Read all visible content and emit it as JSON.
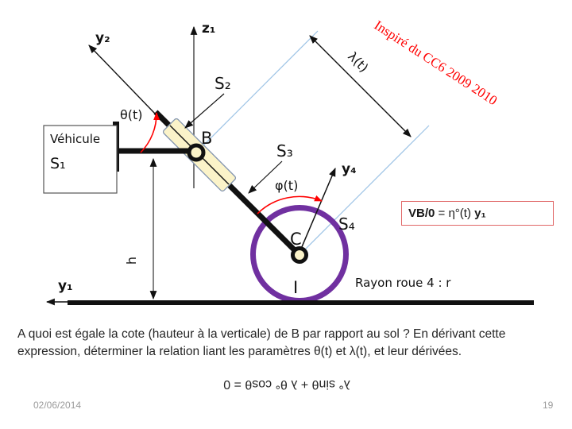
{
  "slide": {
    "credit": "Inspiré du CC6 2009 2010",
    "question_lines": [
      "A quoi est égale la cote (hauteur à la verticale) de B par rapport au sol ? En dérivant cette",
      "expression, déterminer la relation liant les paramètres θ(t) et λ(t), et leur dérivées."
    ],
    "formula_rotated_180": "λ° sinθ + λ θ° cosθ = 0",
    "footer": {
      "date": "02/06/2014",
      "page": "19"
    }
  },
  "diagram": {
    "axes": {
      "y2": "y₂",
      "z1": "z₁",
      "y4": "y₄",
      "y1": "y₁"
    },
    "bodies": {
      "vehicle": "Véhicule",
      "s1": "S₁",
      "s2": "S₂",
      "s3": "S₃",
      "s4": "S₄"
    },
    "points": {
      "b": "B",
      "c": "C",
      "i": "I"
    },
    "params": {
      "theta": "θ(t)",
      "lambda": "λ(t)",
      "phi": "φ(t)",
      "h": "h"
    },
    "wheel_note": "Rayon roue 4 : r",
    "velocity_box": {
      "lhs": "VB/0",
      "mid": " = η°(t) ",
      "rhs": "y₁"
    }
  },
  "colors": {
    "wheel_purple": "#7030A0",
    "annotation_red": "#FF0000",
    "box_border_red": "#E06666",
    "witness_blue": "#9DC3E6",
    "slider_yellow": "#FBF3C9"
  }
}
